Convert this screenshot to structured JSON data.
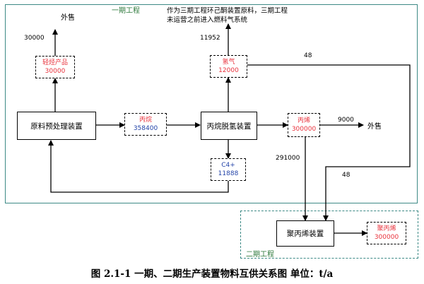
{
  "colors": {
    "flow_line": "#000000",
    "region_border": "#3d8a86",
    "region_label": "#2e7a3c",
    "product_name": "#e8323c",
    "product_value_red": "#e8323c",
    "product_value_blue": "#2343a8"
  },
  "regions": {
    "phase1": "一期工程",
    "phase2": "二期工程"
  },
  "note": "作为三期工程环己酮装置原料，三期工程未运营之前进入燃料气系统",
  "processes": {
    "feed_pretreatment": "原料预处理装置",
    "pdh": "丙烷脱氢装置",
    "pp": "聚丙烯装置"
  },
  "products": {
    "light_hc": {
      "name": "轻烃产品",
      "value": "30000"
    },
    "propane": {
      "name": "丙烷",
      "value": "358400"
    },
    "hydrogen": {
      "name": "氢气",
      "value": "12000"
    },
    "propylene": {
      "name": "丙烯",
      "value": "300000"
    },
    "c4": {
      "name": "C4+",
      "value": "11888"
    },
    "polypropylene": {
      "name": "聚丙烯",
      "value": "300000"
    }
  },
  "flow_labels": {
    "export_light": "外售",
    "flow_30000": "30000",
    "flow_11952": "11952",
    "flow_48_top": "48",
    "flow_9000": "9000",
    "export_propylene": "外售",
    "flow_291000": "291000",
    "flow_48_right": "48"
  },
  "caption": "图 2.1-1   一期、二期生产装置物料互供关系图   单位：t/a"
}
